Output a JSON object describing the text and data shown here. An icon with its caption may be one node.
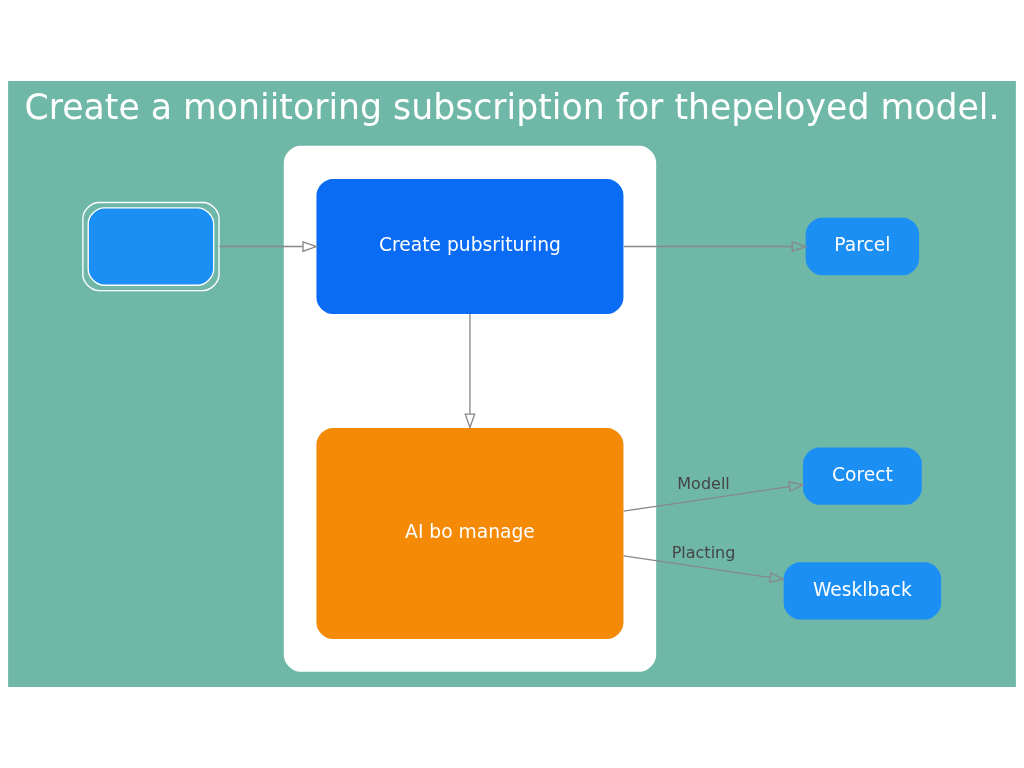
{
  "diagram": {
    "title": "Create a moniitoring subscription for thepeloyed model.",
    "nodes": [
      {
        "text": [],
        "shape": "box"
      },
      {
        "text": [
          "Create pubsrituring"
        ],
        "in": 0
      },
      {
        "text": [
          "AI bo manage"
        ],
        "in": 0
      },
      {
        "text": [],
        "shape": "cloud"
      },
      {
        "text": [
          "Parcel"
        ]
      },
      {
        "text": [
          "Corect"
        ]
      },
      {
        "text": [
          "Wesklback"
        ]
      }
    ],
    "edges": [
      {
        "from": 3,
        "to": 1,
        "arrow": "to"
      },
      {
        "from": 1,
        "to": 2,
        "arrow": "to"
      },
      {
        "from": 1,
        "to": 4,
        "arrow": "to"
      },
      {
        "from": 2,
        "to": 5,
        "arrow": "to",
        "label": "Modell"
      },
      {
        "from": 2,
        "to": 6,
        "arrow": "to",
        "label": "Placting"
      }
    ]
  }
}
